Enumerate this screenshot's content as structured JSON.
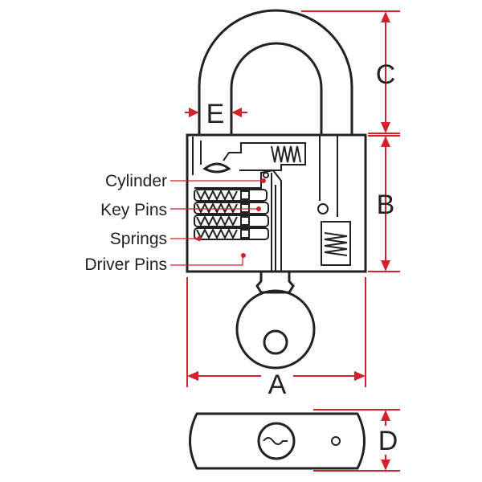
{
  "labels": {
    "cylinder": "Cylinder",
    "key_pins": "Key Pins",
    "springs": "Springs",
    "driver_pins": "Driver Pins"
  },
  "dimensions": {
    "a": "A",
    "b": "B",
    "c": "C",
    "d": "D",
    "e": "E"
  },
  "colors": {
    "dimension": "#d4202a",
    "outline": "#222222"
  }
}
